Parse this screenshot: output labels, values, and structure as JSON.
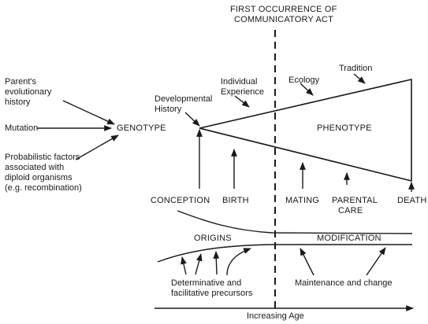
{
  "top_caption_line1": "FIRST OCCURRENCE OF",
  "top_caption_line2": "COMMUNICATORY ACT",
  "inputs": {
    "parents_line1": "Parent's",
    "parents_line2": "evolutionary",
    "parents_line3": "history",
    "mutation": "Mutation",
    "prob_line1": "Probabilistic factors",
    "prob_line2": "associated with",
    "prob_line3": "diploid organisms",
    "prob_line4": "(e.g. recombination)"
  },
  "genotype": "GENOTYPE",
  "phenotype": "PHENOTYPE",
  "influences": {
    "dev_line1": "Developmental",
    "dev_line2": "History",
    "indiv_line1": "Individual",
    "indiv_line2": "Experience",
    "ecology": "Ecology",
    "tradition": "Tradition"
  },
  "life_events": {
    "conception": "CONCEPTION",
    "birth": "BIRTH",
    "mating": "MATING",
    "parental_line1": "PARENTAL",
    "parental_line2": "CARE",
    "death": "DEATH"
  },
  "bands": {
    "origins": "ORIGINS",
    "modification": "MODIFICATION"
  },
  "precursors": {
    "line1": "Determinative and",
    "line2": "facilitative precursors",
    "maintenance": "Maintenance and change"
  },
  "axis_label": "Increasing Age"
}
